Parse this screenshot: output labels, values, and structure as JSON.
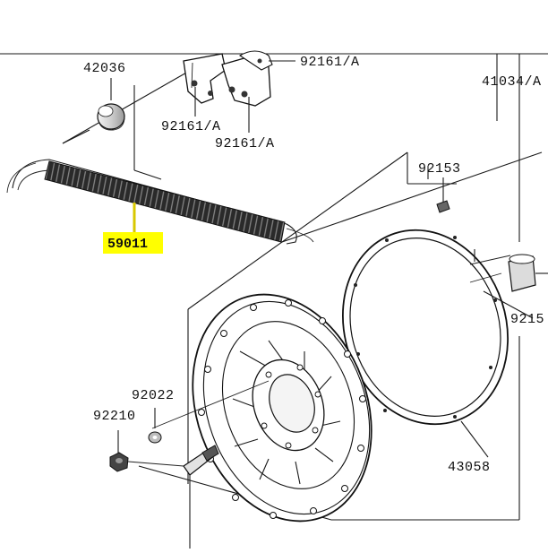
{
  "diagram": {
    "part_labels": {
      "p42036": "42036",
      "p92161a_top": "92161/A",
      "p41034a": "41034/A",
      "p92161a_left": "92161/A",
      "p92161a_bottom": "92161/A",
      "p92153": "92153",
      "p59011": "59011",
      "p9215x": "9215",
      "p92022": "92022",
      "p92210": "92210",
      "p43058": "43058"
    },
    "highlight": {
      "part": "59011",
      "color": "#ffff00"
    },
    "colors": {
      "line": "#1a1a1a",
      "background": "#ffffff"
    }
  }
}
